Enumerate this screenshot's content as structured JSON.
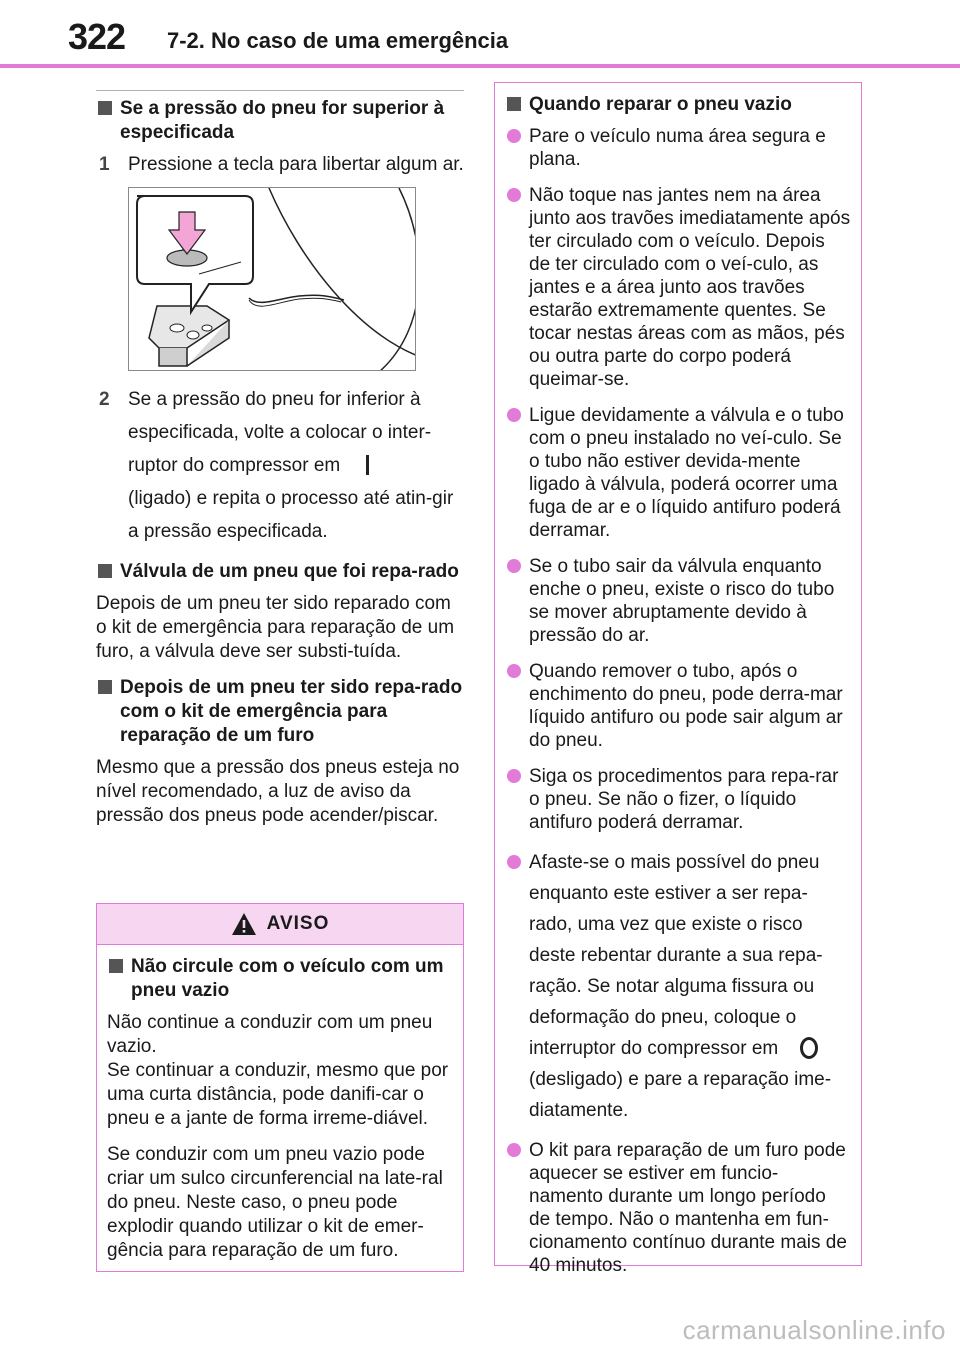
{
  "header": {
    "page_number": "322",
    "section_title": "7-2. No caso de uma emergência"
  },
  "left": {
    "heading1": "Se a pressão do pneu for superior à especificada",
    "step1": {
      "num": "1",
      "text": "Pressione a tecla para libertar algum ar."
    },
    "step2": {
      "num": "2",
      "text_a": "Se a pressão do pneu for inferior à especificada, volte a colocar o inter-ruptor do compressor em",
      "text_b": "(ligado) e repita o processo até atin-gir a pressão especificada."
    },
    "heading2": "Válvula de um pneu que foi repa-rado",
    "para2": "Depois de um pneu ter sido reparado com o kit de emergência para reparação de um furo, a válvula deve ser substi-tuída.",
    "heading3": "Depois de um pneu ter sido repa-rado com o kit de emergência para reparação de um furo",
    "para3": "Mesmo que a pressão dos pneus esteja no nível recomendado, a luz de aviso da pressão dos pneus pode acender/piscar."
  },
  "warning": {
    "title": "AVISO",
    "heading": "Não circule com o veículo com um pneu vazio",
    "para1": "Não continue a conduzir com um pneu vazio.",
    "para1b": "Se continuar a conduzir, mesmo que por uma curta distância, pode danifi-car o pneu e a jante de forma irreme-diável.",
    "para2": "Se conduzir com um pneu vazio pode criar um sulco circunferencial na late-ral do pneu. Neste caso, o pneu pode explodir quando utilizar o kit de emer-gência para reparação de um furo."
  },
  "right": {
    "heading": "Quando reparar o pneu vazio",
    "bullets": [
      "Pare o veículo numa área segura e plana.",
      "Não toque nas jantes nem na área junto aos travões imediatamente após ter circulado com o veículo. Depois de ter circulado com o veí-culo, as jantes e a área junto aos travões estarão extremamente quentes. Se tocar nestas áreas com as mãos, pés ou outra parte do corpo poderá queimar-se.",
      "Ligue devidamente a válvula e o tubo com o pneu instalado no veí-culo. Se o tubo não estiver devida-mente ligado à válvula, poderá ocorrer uma fuga de ar e o líquido antifuro poderá derramar.",
      "Se o tubo sair da válvula enquanto enche o pneu, existe o risco do tubo se mover abruptamente devido à pressão do ar.",
      "Quando remover o tubo, após o enchimento do pneu, pode derra-mar líquido antifuro ou pode sair algum ar do pneu.",
      "Siga os procedimentos para repa-rar o pneu. Se não o fizer, o líquido antifuro poderá derramar."
    ],
    "bullet7_a": "Afaste-se o mais possível do pneu enquanto este estiver a ser repa-rado, uma vez que existe o risco deste rebentar durante a sua repa-ração. Se notar alguma fissura ou deformação do pneu, coloque o interruptor do compressor em",
    "bullet7_b": "(desligado) e pare a reparação ime-diatamente.",
    "bullet8": "O kit para reparação de um furo pode aquecer se estiver em funcio-namento durante um longo período de tempo. Não o mantenha em fun-cionamento contínuo durante mais de 40 minutos."
  },
  "watermark": "carmanualsonline.info",
  "colors": {
    "accent": "#e27ad8",
    "warning_bg": "#f6d6f0"
  }
}
